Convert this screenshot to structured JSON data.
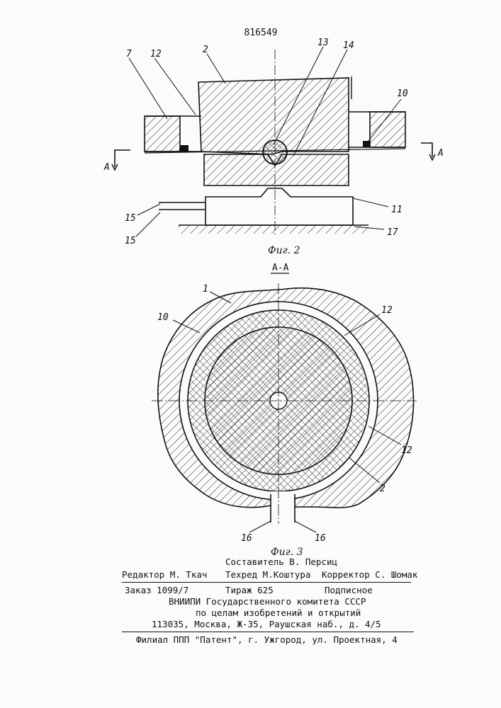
{
  "patent_number": "816549",
  "fig2": {
    "caption": "Фиг. 2",
    "section_marker": "A",
    "labels": {
      "l7": "7",
      "l12": "12",
      "l2": "2",
      "l13": "13",
      "l14": "14",
      "l10": "10",
      "l15a": "15",
      "l15b": "15",
      "l11": "11",
      "l17": "17"
    }
  },
  "fig3": {
    "section_title": "A-A",
    "caption": "Фиг. 3",
    "labels": {
      "l1": "1",
      "l10": "10",
      "l12a": "12",
      "l12b": "12",
      "l2": "2",
      "l16a": "16",
      "l16b": "16"
    }
  },
  "footer": {
    "compiler": "Составитель В. Персиц",
    "editor": "Редактор М. Ткач",
    "tech_editor": "Техред М.Коштура",
    "corrector": "Корректор С. Шомак",
    "order": "Заказ 1099/7",
    "circulation": "Тираж 625",
    "subscription": "Подписное",
    "org_line1": "ВНИИПИ Государственного комитета СССР",
    "org_line2": "по целам изобретений и   открытий",
    "address": "113035, Москва, Ж-35, Раушская наб., д. 4/5",
    "branch": "Филиал ППП \"Патент\", г. Ужгород, ул. Проектная, 4"
  }
}
